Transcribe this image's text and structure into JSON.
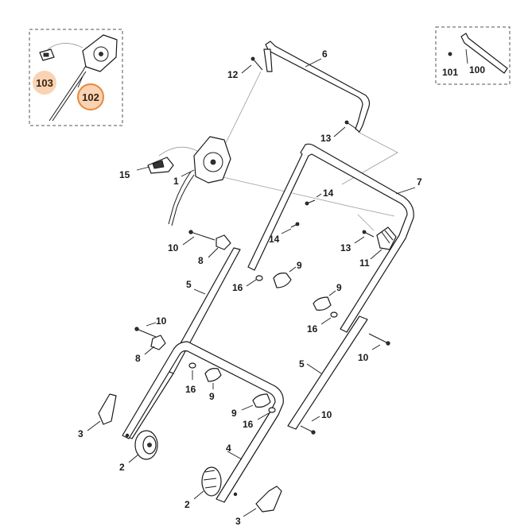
{
  "callouts": {
    "c1": "1",
    "c2a": "2",
    "c2b": "2",
    "c3a": "3",
    "c3b": "3",
    "c4": "4",
    "c5a": "5",
    "c5b": "5",
    "c6": "6",
    "c7": "7",
    "c8a": "8",
    "c8b": "8",
    "c9a": "9",
    "c9b": "9",
    "c9c": "9",
    "c9d": "9",
    "c10a": "10",
    "c10b": "10",
    "c10c": "10",
    "c10d": "10",
    "c11": "11",
    "c12": "12",
    "c13a": "13",
    "c13b": "13",
    "c14a": "14",
    "c14b": "14",
    "c15": "15",
    "c16a": "16",
    "c16b": "16",
    "c16c": "16",
    "c16d": "16",
    "c100": "100",
    "c101": "101",
    "c102": "102",
    "c103": "103"
  },
  "colors": {
    "highlight_fill": "#f9d3b3",
    "highlight_stroke": "#e8893a"
  }
}
